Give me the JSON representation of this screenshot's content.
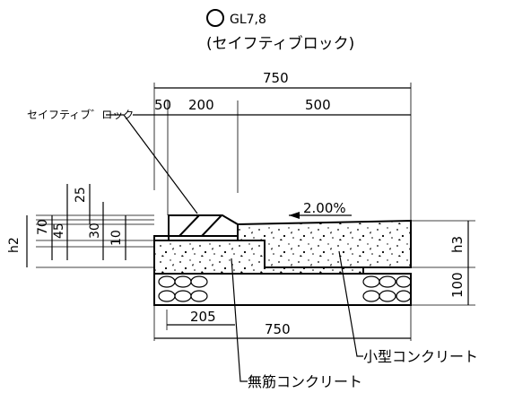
{
  "header": {
    "title": "GL7,8",
    "subtitle": "(セイフティブロック)"
  },
  "dims": {
    "top_total": "750",
    "d50": "50",
    "d200": "200",
    "d500": "500",
    "d25": "25",
    "d70": "70",
    "d45": "45",
    "d30": "30",
    "d10": "10",
    "h2": "h2",
    "h3": "h3",
    "d100": "100",
    "d205": "205",
    "bottom_total": "750",
    "slope": "2.00%"
  },
  "labels": {
    "safety_block": "セイフティブ゛ロック",
    "small_concrete": "小型コンクリート",
    "plain_concrete": "無筋コンクリート"
  }
}
